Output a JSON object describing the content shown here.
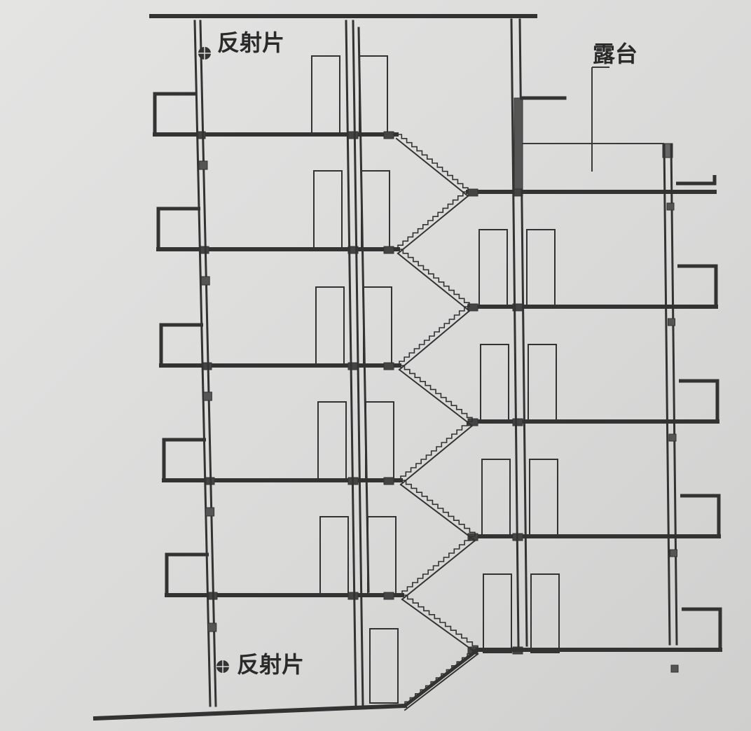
{
  "labels": {
    "reflector_top": "反射片",
    "terrace": "露台",
    "reflector_bottom": "反射片"
  }
}
